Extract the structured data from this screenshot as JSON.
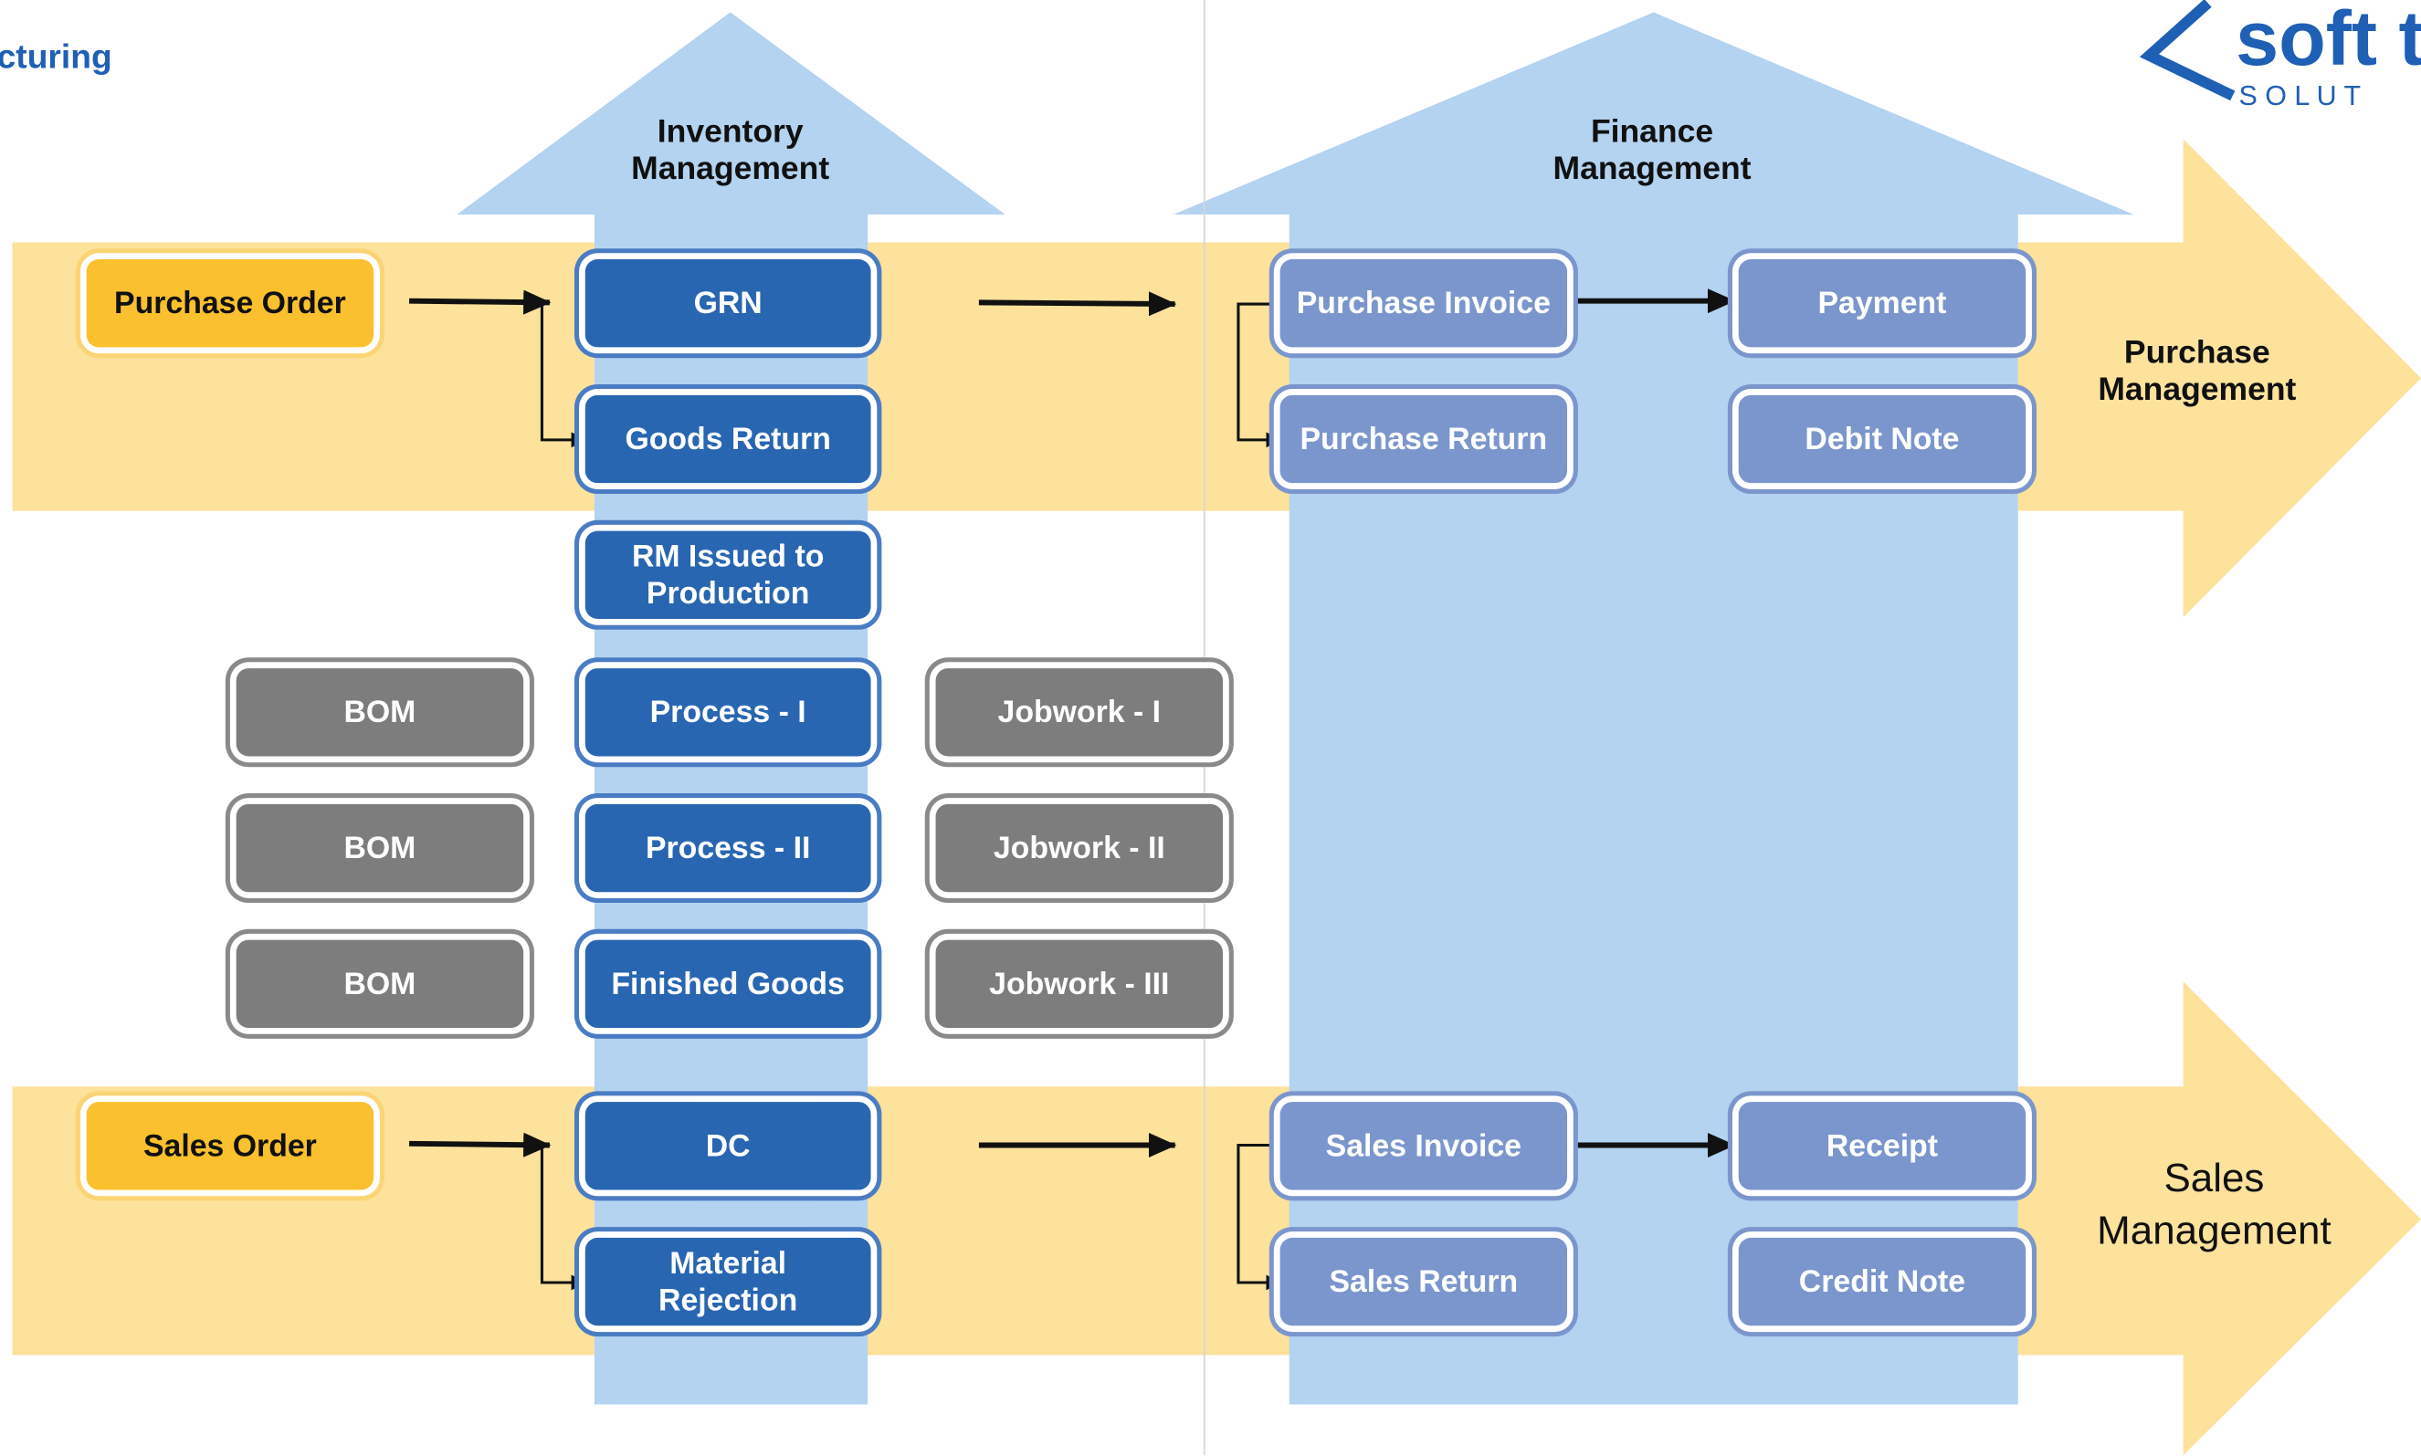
{
  "header": {
    "brand_text": "cturing"
  },
  "logo": {
    "text_main": "soft t",
    "text_sub": "S O L U T"
  },
  "columns": {
    "inventory": {
      "line1": "Inventory",
      "line2": "Management"
    },
    "finance": {
      "line1": "Finance",
      "line2": "Management"
    }
  },
  "bands": {
    "purchase": {
      "line1": "Purchase",
      "line2": "Management"
    },
    "sales": {
      "line1": "Sales",
      "line2": "Management"
    }
  },
  "boxes": {
    "purchase_order": "Purchase Order",
    "grn": "GRN",
    "goods_return": "Goods Return",
    "purchase_invoice": "Purchase Invoice",
    "purchase_return": "Purchase Return",
    "payment": "Payment",
    "debit_note": "Debit Note",
    "rm_issued": "RM Issued to Production",
    "bom_1": "BOM",
    "bom_2": "BOM",
    "bom_3": "BOM",
    "process_1": "Process - I",
    "process_2": "Process - II",
    "finished_goods": "Finished Goods",
    "jobwork_1": "Jobwork - I",
    "jobwork_2": "Jobwork - II",
    "jobwork_3": "Jobwork - III",
    "sales_order": "Sales Order",
    "dc": "DC",
    "material_rejection": "Material Rejection",
    "sales_invoice": "Sales Invoice",
    "sales_return": "Sales Return",
    "receipt": "Receipt",
    "credit_note": "Credit Note"
  },
  "colors": {
    "band_yellow": "#fde29c",
    "column_blue": "#b3d3f0",
    "box_blue": "#2866b2",
    "box_periwinkle": "#7b96cd",
    "box_gray": "#7d7d7d",
    "box_yellow": "#fbc02d",
    "brand_blue": "#1f5fb5"
  }
}
